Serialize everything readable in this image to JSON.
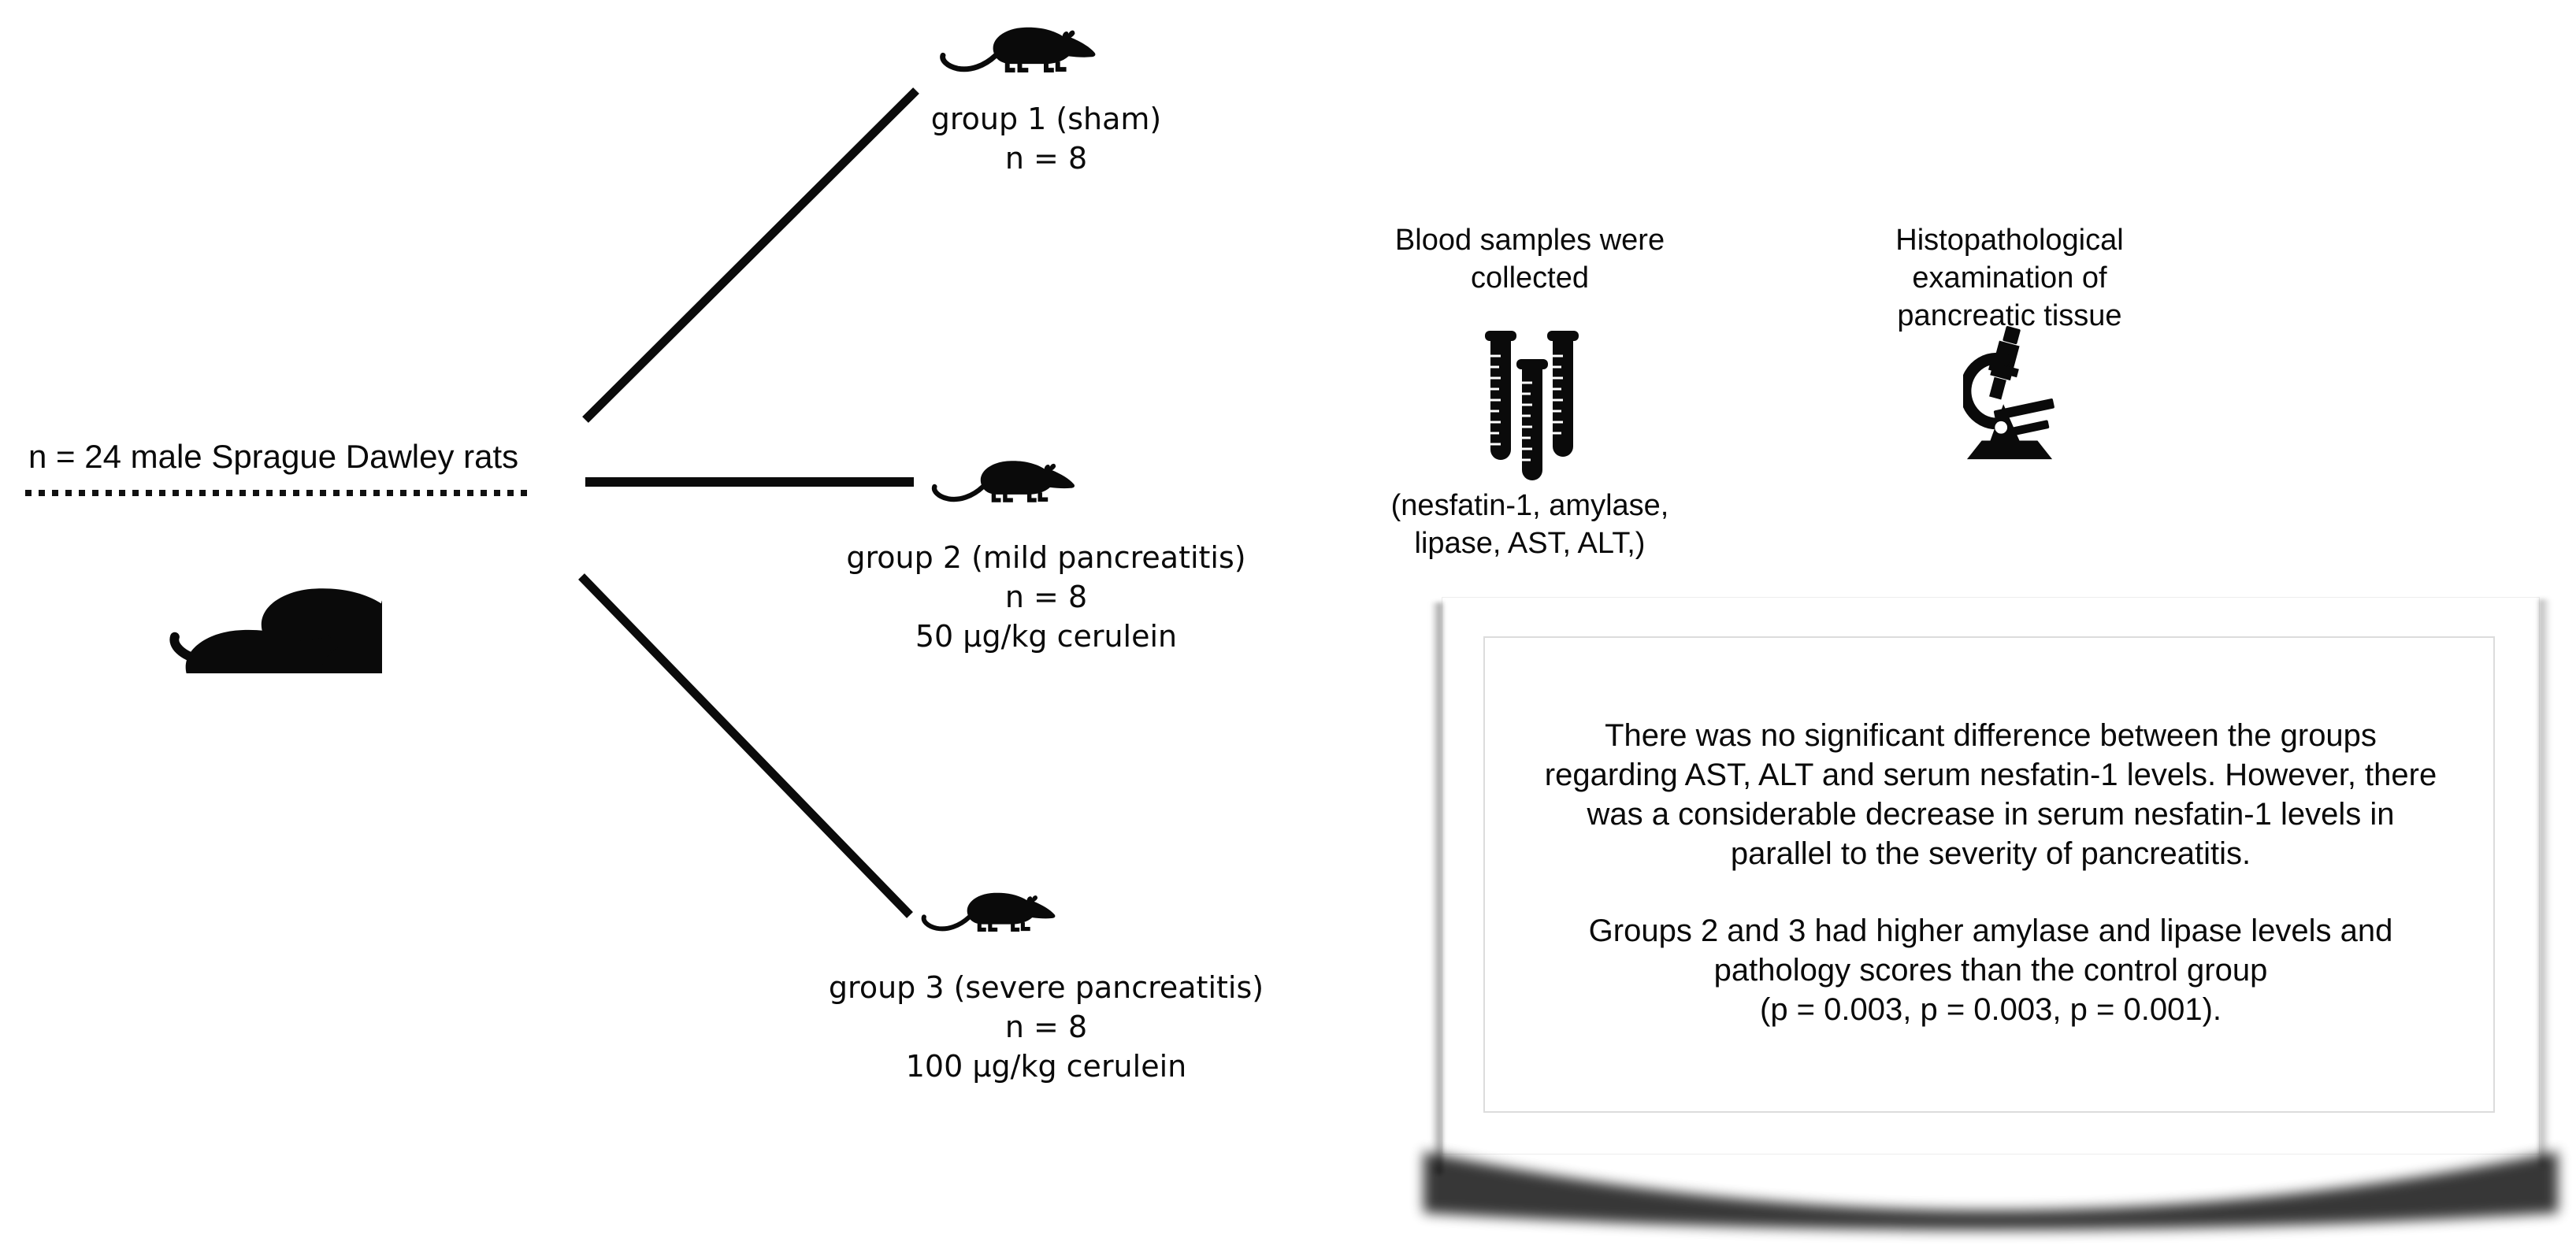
{
  "cohort": {
    "label": "n = 24 male Sprague Dawley rats"
  },
  "groups": [
    {
      "label": "group 1 (sham)",
      "n": "n = 8",
      "dose": ""
    },
    {
      "label": "group 2 (mild pancreatitis)",
      "n": "n = 8",
      "dose": "50 µg/kg cerulein"
    },
    {
      "label": "group 3 (severe pancreatitis)",
      "n": "n = 8",
      "dose": "100 µg/kg cerulein"
    }
  ],
  "blood": {
    "title_line1": "Blood samples were",
    "title_line2": "collected",
    "caption_line1": "(nesfatin-1, amylase,",
    "caption_line2": "lipase, AST, ALT,)"
  },
  "histology": {
    "title_line1": "Histopathological examination of",
    "title_line2": "pancreatic tissue"
  },
  "results": {
    "para1": [
      "There was no significant difference between the groups",
      "regarding AST, ALT and serum nesfatin-1 levels. However, there",
      "was a considerable decrease in serum nesfatin-1 levels in",
      "parallel to the severity of pancreatitis."
    ],
    "para2": [
      "Groups 2 and 3 had higher amylase and lipase levels and",
      "pathology scores than the control group",
      "(p = 0.003, p = 0.003, p = 0.001)."
    ]
  },
  "icons": {
    "rat": "rat-icon",
    "rats_group": "rats-group-icon",
    "test_tubes": "test-tubes-icon",
    "microscope": "microscope-icon"
  },
  "colors": {
    "ink": "#0a0a0a",
    "card_border": "#dcdcdc"
  }
}
